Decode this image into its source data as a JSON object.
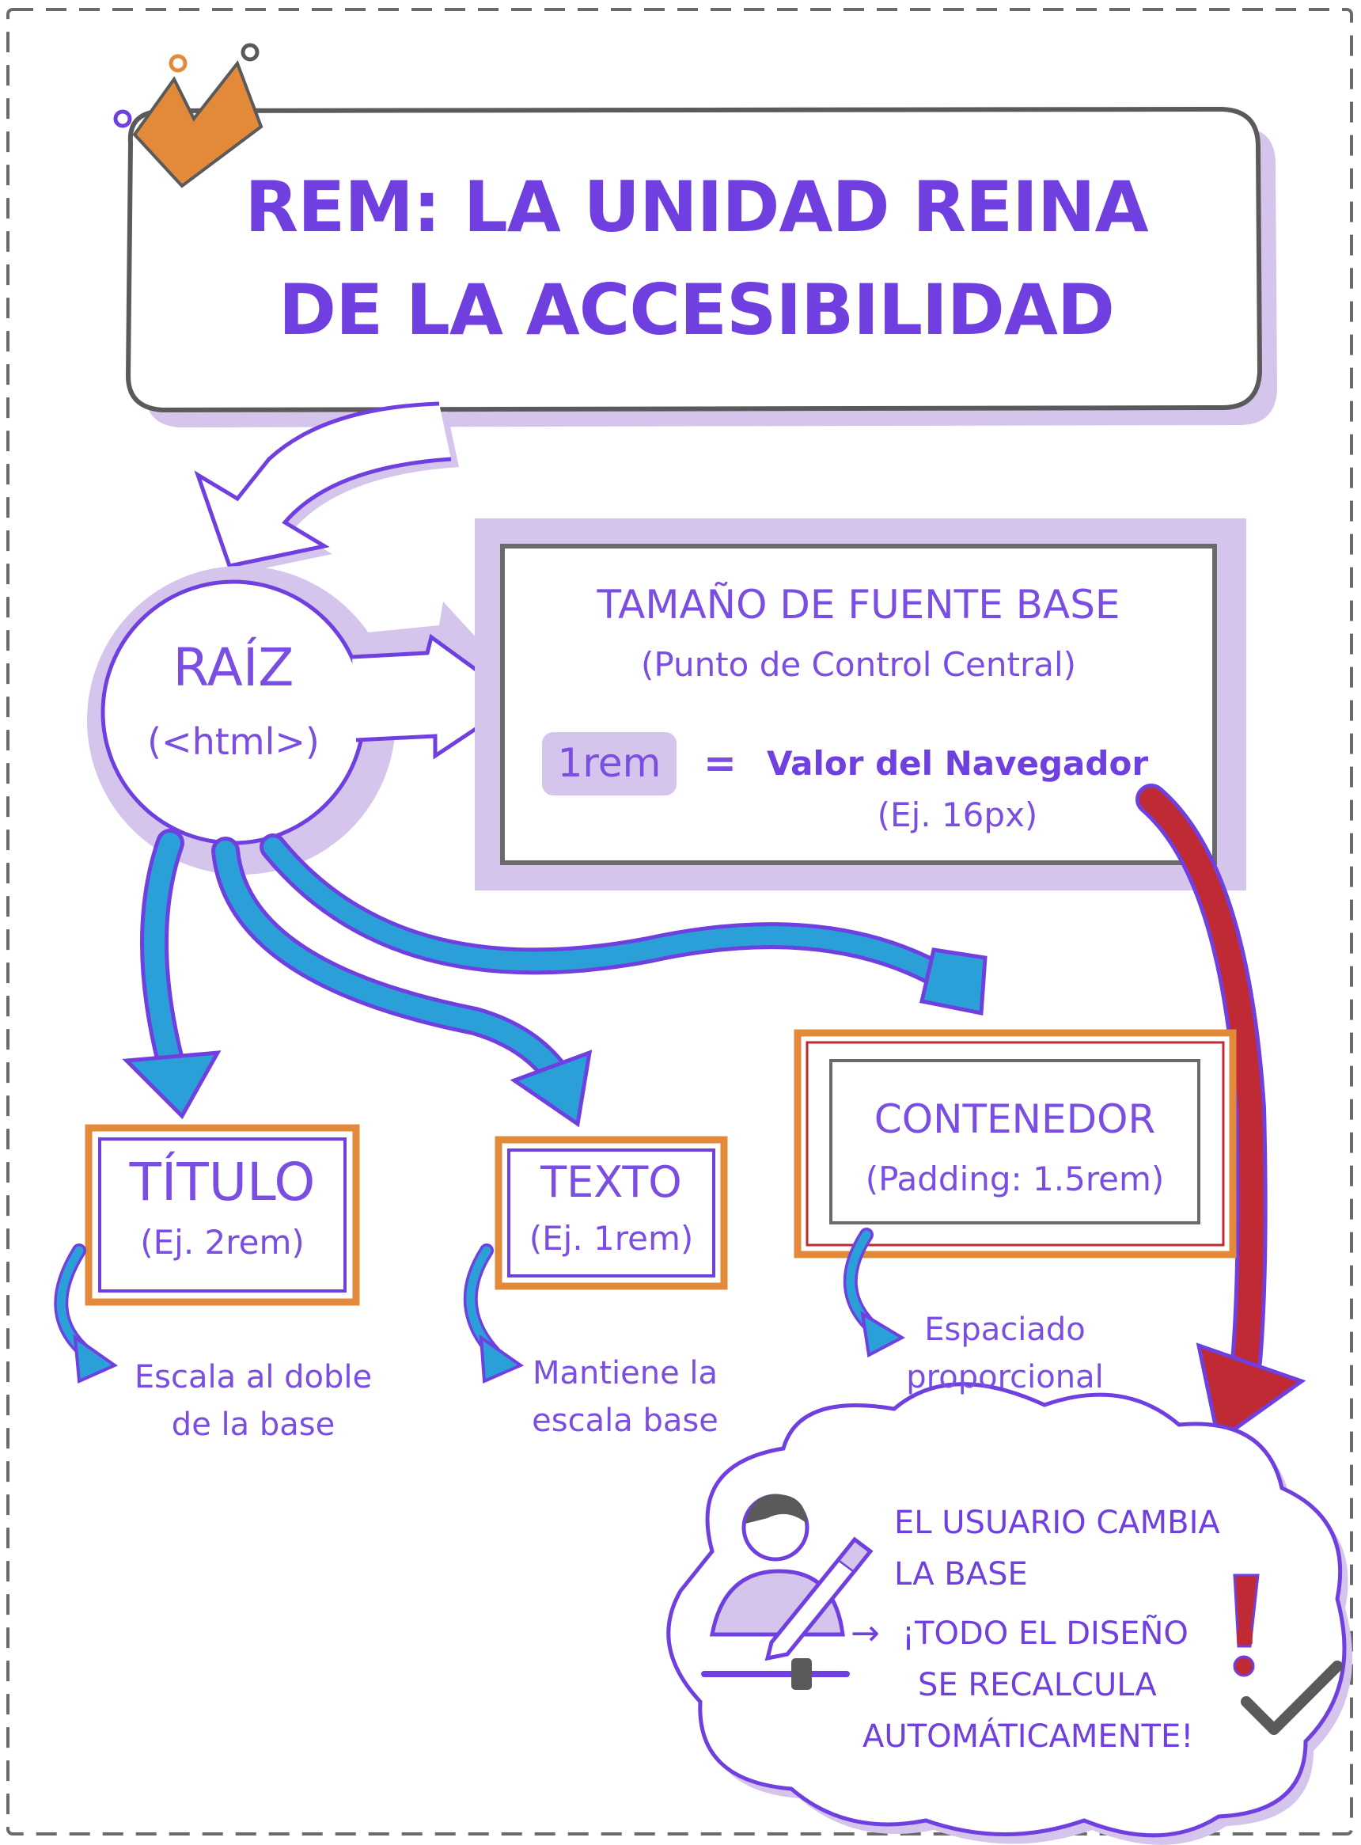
{
  "title": {
    "line1": "REM: LA UNIDAD REINA",
    "line2": "DE LA ACCESIBILIDAD"
  },
  "root": {
    "label": "RAÍZ",
    "sub": "(<html>)"
  },
  "base_box": {
    "heading": "TAMAÑO DE FUENTE BASE",
    "sub": "(Punto de Control Central)",
    "unit": "1rem",
    "equals": "=",
    "value": "Valor del Navegador",
    "example": "(Ej. 16px)"
  },
  "titulo_box": {
    "label": "TÍTULO",
    "sub": "(Ej. 2rem)",
    "note_line1": "Escala al doble",
    "note_line2": "de la base"
  },
  "texto_box": {
    "label": "TEXTO",
    "sub": "(Ej. 1rem)",
    "note_line1": "Mantiene la",
    "note_line2": "escala base"
  },
  "contenedor_box": {
    "label": "CONTENEDOR",
    "sub": "(Padding: 1.5rem)",
    "note_line1": "Espaciado",
    "note_line2": "proporcional"
  },
  "user_cloud": {
    "line1": "EL USUARIO CAMBIA",
    "line2": "LA BASE",
    "arrow": "→",
    "line3": "¡TODO EL DISEÑO",
    "line4": "SE RECALCULA",
    "line5": "AUTOMÁTICAMENTE!",
    "exclaim": "!"
  },
  "colors": {
    "purple": "#6f3fe0",
    "lavender": "#d5c4ec",
    "orange": "#e38a3a",
    "blue": "#2a9fd8",
    "red": "#c02a35",
    "gray": "#6a6a6a"
  },
  "icons": [
    "crown-icon",
    "user-edit-icon",
    "slider-icon",
    "checkmark-icon"
  ]
}
